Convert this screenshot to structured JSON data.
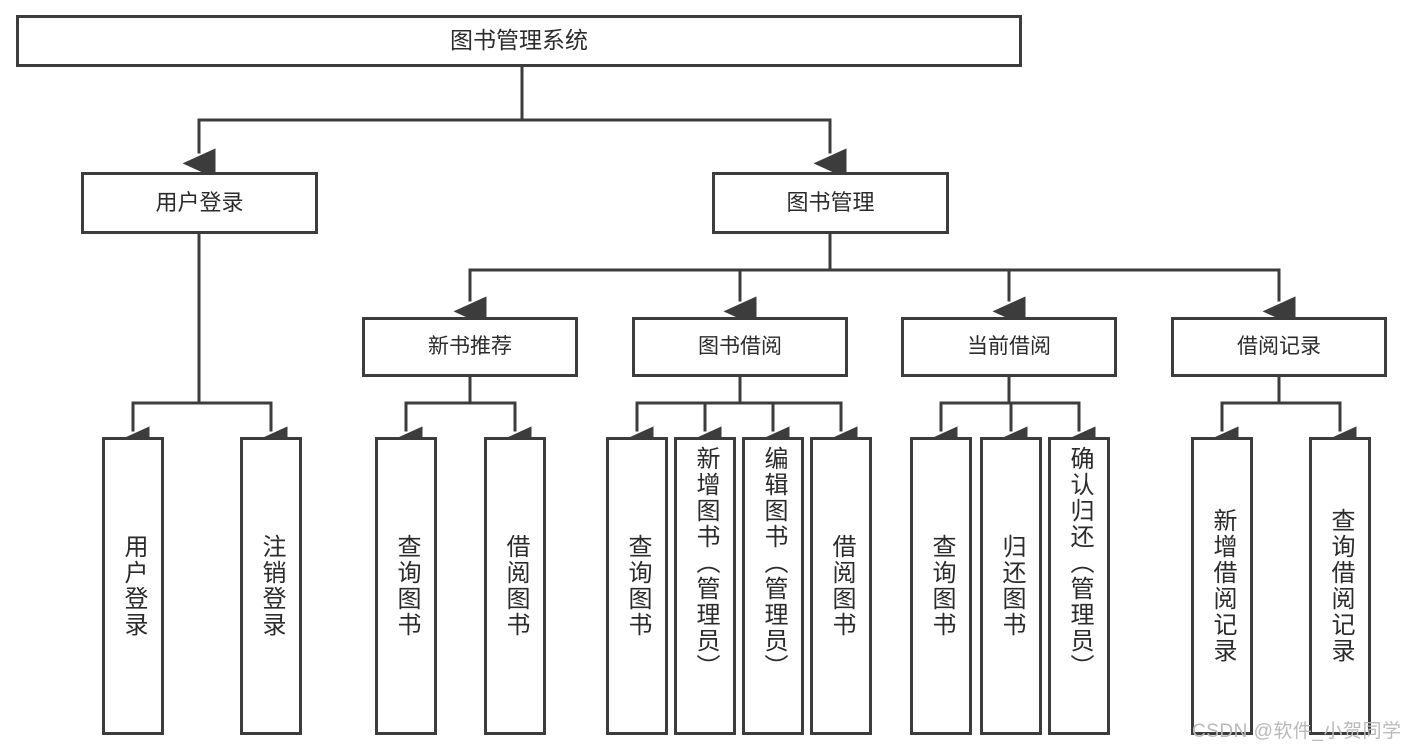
{
  "diagram": {
    "title": "图书管理系统",
    "type": "hierarchy-tree",
    "stroke_color": "#3c3c3c",
    "text_color": "#2b2b2b",
    "background_color": "#ffffff",
    "watermark": "CSDN @软件_小贺同学",
    "watermark_color": "#b9b9b9",
    "levels": [
      {
        "level": 0,
        "nodes": [
          {
            "id": "root",
            "label": "图书管理系统"
          }
        ]
      },
      {
        "level": 1,
        "nodes": [
          {
            "id": "login",
            "label": "用户登录",
            "parent": "root"
          },
          {
            "id": "bookmgmt",
            "label": "图书管理",
            "parent": "root"
          }
        ]
      },
      {
        "level": 2,
        "nodes": [
          {
            "id": "newbook",
            "label": "新书推荐",
            "parent": "bookmgmt"
          },
          {
            "id": "borrow",
            "label": "图书借阅",
            "parent": "bookmgmt"
          },
          {
            "id": "current",
            "label": "当前借阅",
            "parent": "bookmgmt"
          },
          {
            "id": "record",
            "label": "借阅记录",
            "parent": "bookmgmt"
          }
        ]
      },
      {
        "level": 3,
        "nodes": [
          {
            "id": "leaf1",
            "label": "用户登录",
            "parent": "login"
          },
          {
            "id": "leaf2",
            "label": "注销登录",
            "parent": "login"
          },
          {
            "id": "leaf3",
            "label": "查询图书",
            "parent": "newbook"
          },
          {
            "id": "leaf4",
            "label": "借阅图书",
            "parent": "newbook"
          },
          {
            "id": "leaf5",
            "label": "查询图书",
            "parent": "borrow"
          },
          {
            "id": "leaf6",
            "label": "新增图书（管理员）",
            "parent": "borrow"
          },
          {
            "id": "leaf7",
            "label": "编辑图书（管理员）",
            "parent": "borrow"
          },
          {
            "id": "leaf8",
            "label": "借阅图书",
            "parent": "borrow"
          },
          {
            "id": "leaf9",
            "label": "查询图书",
            "parent": "current"
          },
          {
            "id": "leaf10",
            "label": "归还图书",
            "parent": "current"
          },
          {
            "id": "leaf11",
            "label": "确认归还（管理员）",
            "parent": "current"
          },
          {
            "id": "leaf12",
            "label": "新增借阅记录",
            "parent": "record"
          },
          {
            "id": "leaf13",
            "label": "查询借阅记录",
            "parent": "record"
          }
        ]
      }
    ]
  }
}
